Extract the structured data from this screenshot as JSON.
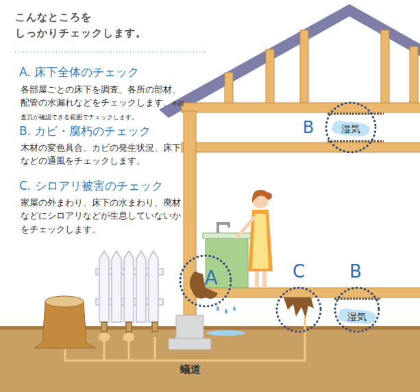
{
  "diagram": {
    "title": "こんなところを しっかりチェックします。",
    "nodes": [
      {
        "text": [
          "B",
          "湿気"
        ]
      },
      {
        "text": [
          "A"
        ]
      },
      {
        "text": [
          "C"
        ]
      },
      {
        "text": [
          "B",
          "湿気"
        ]
      }
    ],
    "labels": [
      "A. 床下全体のチェック",
      "各部屋ごとの床下を調査。各所の部材、配管の水漏れなどをチェックします。",
      "※調査員が確認できる範囲でチェックします。",
      "B. カビ・腐朽のチェック",
      "木材の変色具合、カビの発生状況、床下などの通風をチェックします。",
      "C. シロアリ被害のチェック",
      "家屋の外まわり、床下の水まわり、廃材などにシロアリなどが生息していないかをチェックします。",
      "蟻道"
    ]
  }
}
